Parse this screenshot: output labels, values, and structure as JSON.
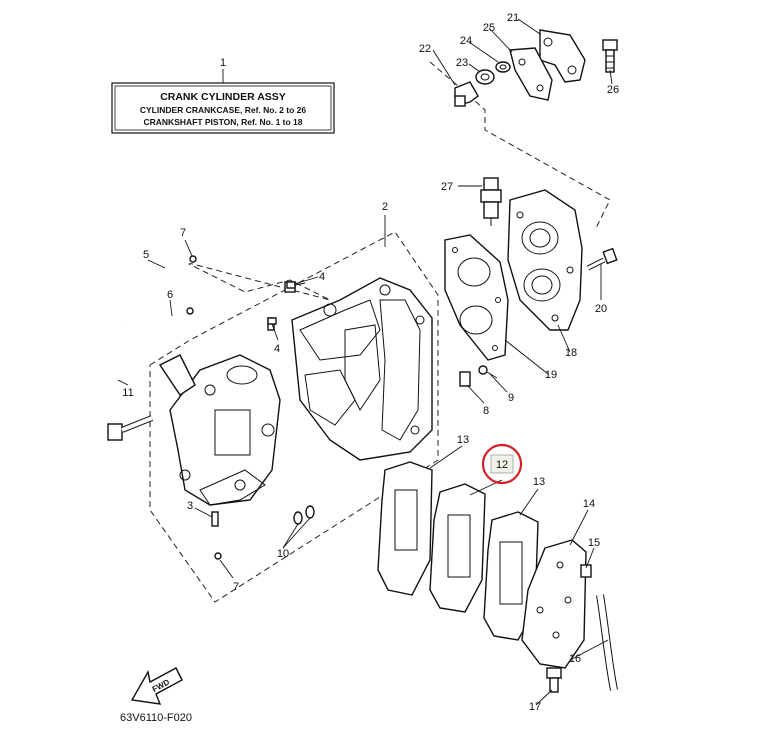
{
  "title_box": {
    "callout": "1",
    "line1": "CRANK CYLINDER ASSY",
    "line2": "CYLINDER CRANKCASE,  Ref.  No.  2  to 26",
    "line3": "CRANKSHAFT PISTON,  Ref. No. 1  to  18"
  },
  "drawing_code": "63V6110-F020",
  "fwd_label": "FWD",
  "highlight_color": "#d61f26",
  "callouts": {
    "c2": "2",
    "c3": "3",
    "c4a": "4",
    "c4b": "4",
    "c5": "5",
    "c6": "6",
    "c7a": "7",
    "c7b": "7",
    "c8": "8",
    "c9": "9",
    "c10": "10",
    "c11": "11",
    "c12": "12",
    "c13a": "13",
    "c13b": "13",
    "c14": "14",
    "c15": "15",
    "c16": "16",
    "c17": "17",
    "c18": "18",
    "c19": "19",
    "c20": "20",
    "c21": "21",
    "c22": "22",
    "c23": "23",
    "c24": "24",
    "c25": "25",
    "c26": "26",
    "c27": "27"
  }
}
